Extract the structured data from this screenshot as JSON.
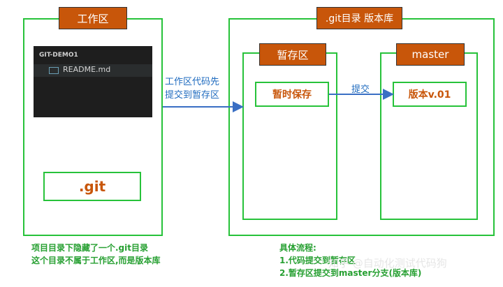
{
  "workspace": {
    "title": "工作区",
    "explorer_title": "GIT-DEMO1",
    "file_name": "README.md",
    "git_label": ".git"
  },
  "repo": {
    "title": ".git目录 版本库",
    "stage": {
      "title": "暂存区",
      "item": "暂时保存"
    },
    "master": {
      "title": "master",
      "item": "版本v.01"
    }
  },
  "arrows": {
    "to_stage_line1": "工作区代码先",
    "to_stage_line2": "提交到暂存区",
    "commit": "提交"
  },
  "notes": {
    "left_line1": "项目目录下隐藏了一个.git目录",
    "left_line2": "这个目录不属于工作区,而是版本库",
    "right_title": "具体流程:",
    "right_line1": "1.代码提交到暂存区",
    "right_line2": "2.暂存区提交到master分支(版本库)"
  },
  "watermark": "知乎 @自动化测试代码狗",
  "colors": {
    "green": "#27c23a",
    "orange": "#c8560a",
    "arrow": "#3a6fc4",
    "dark": "#1e1e1e"
  }
}
